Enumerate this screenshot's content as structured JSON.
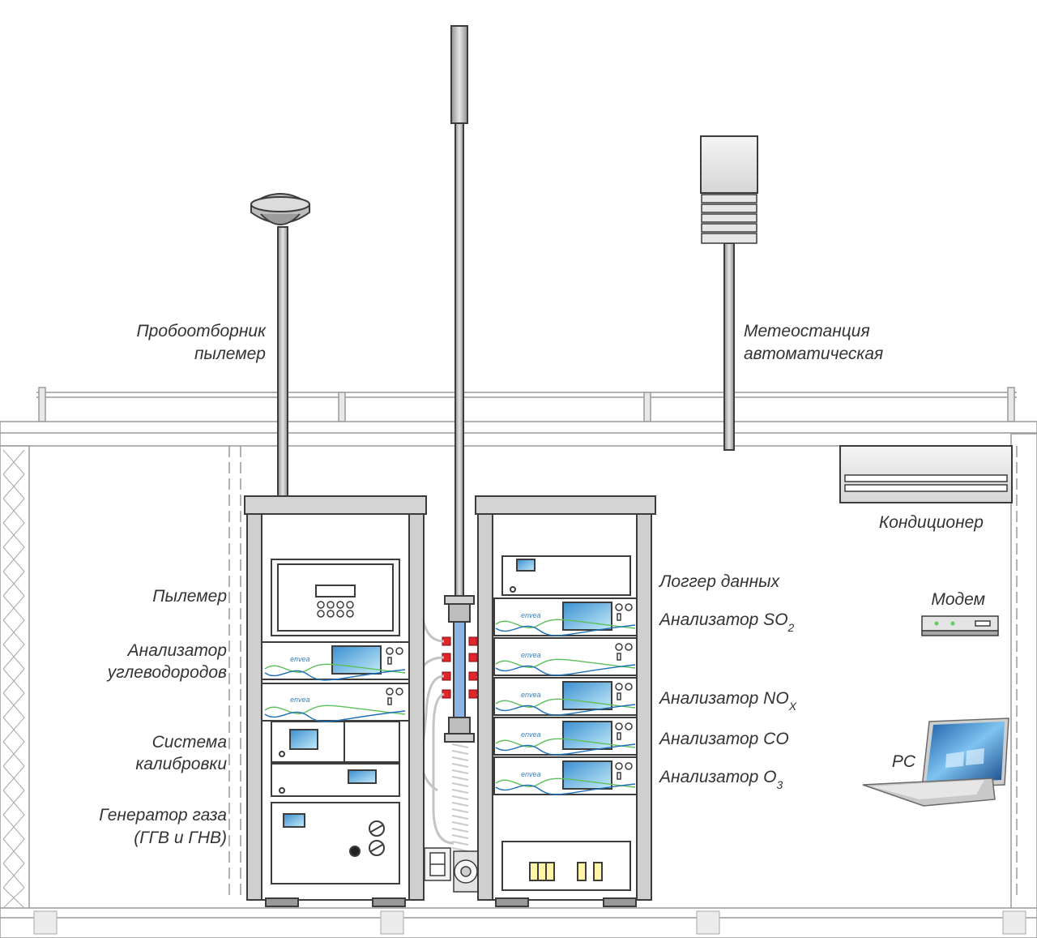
{
  "labels": {
    "dust_sampler": [
      "Пробоотборник",
      "пылемер"
    ],
    "weather_station": [
      "Метеостанция",
      "автоматическая"
    ],
    "air_conditioner": "Кондиционер",
    "modem": "Модем",
    "pc": "PC",
    "dust_meter": "Пылемер",
    "hydrocarbon_analyzer": [
      "Анализатор",
      "углеводородов"
    ],
    "calibration_system": [
      "Система",
      "калибровки"
    ],
    "gas_generator": [
      "Генератор газа",
      "(ГГВ и ГНВ)"
    ],
    "data_logger": "Логгер данных",
    "so2_analyzer": {
      "main": "Анализатор SO",
      "sub": "2"
    },
    "nox_analyzer": {
      "main": "Анализатор NO",
      "sub": "X"
    },
    "co_analyzer": "Анализатор CO",
    "o3_analyzer": {
      "main": "Анализатор O",
      "sub": "3"
    }
  },
  "brand_logo": "envea",
  "colors": {
    "line": "#3c3c3c",
    "metal": "#c9c9c9",
    "metal_dark": "#9a9a9a",
    "screen": "#4a9fd8",
    "screen_light": "#bfe3f5",
    "fuse": "#e0262b",
    "tube": "#8fb4e6",
    "wave_green": "#5cc05a",
    "wave_blue": "#1f6fb8",
    "connector": "#fff4a8",
    "led": "#5fcf5f"
  }
}
